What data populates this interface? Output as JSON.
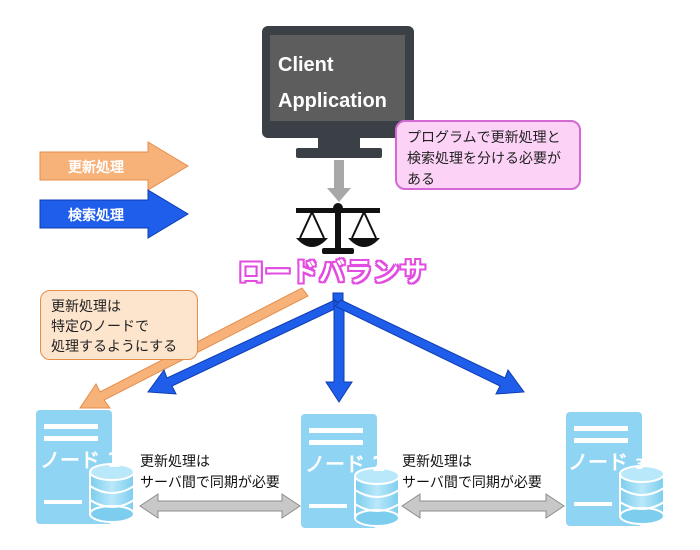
{
  "client": {
    "line1": "Client",
    "line2": "Application"
  },
  "client_note": {
    "line1": "プログラムで更新処理と",
    "line2": "検索処理を分ける必要が",
    "line3": "ある"
  },
  "legend": {
    "update": "更新処理",
    "search": "検索処理"
  },
  "load_balancer": {
    "label": "ロードバランサ"
  },
  "update_note": {
    "line1": "更新処理は",
    "line2": "特定のノードで",
    "line3": "処理するようにする"
  },
  "nodes": [
    {
      "label": "ノード",
      "number": "1"
    },
    {
      "label": "ノード",
      "number": "2"
    },
    {
      "label": "ノード",
      "number": "3"
    }
  ],
  "sync_notes": [
    {
      "line1": "更新処理は",
      "line2": "サーバ間で同期が必要"
    },
    {
      "line1": "更新処理は",
      "line2": "サーバ間で同期が必要"
    }
  ],
  "colors": {
    "update_arrow": "#f7b27a",
    "search_arrow": "#1e5eea",
    "node_body": "#8fd4f2",
    "monitor": "#3b4047",
    "screen": "#5d5d5d",
    "note_fill": "#fcd3f7",
    "note_border": "#d469d4",
    "update_note_fill": "#fde4cc",
    "lb_label": "#e34ce0"
  },
  "icons": {
    "balancer": "scales-icon",
    "database": "database-icon",
    "monitor": "monitor-icon"
  }
}
